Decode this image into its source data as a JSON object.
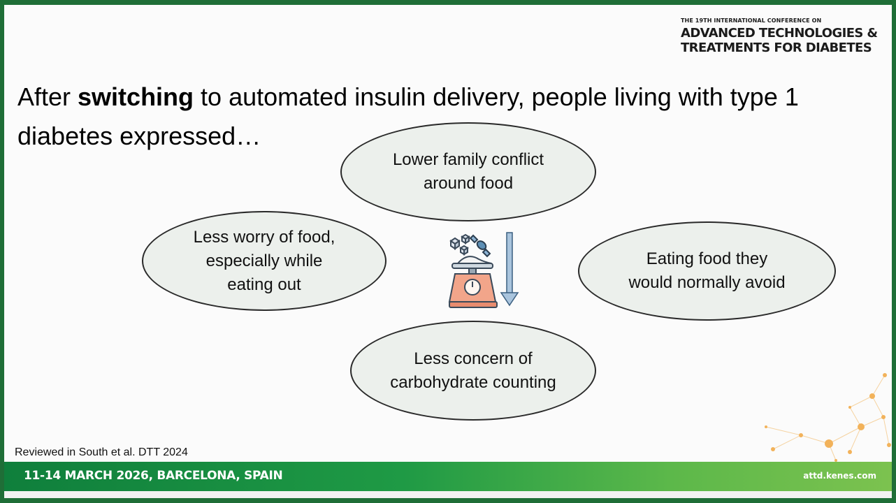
{
  "conference": {
    "small_line": "THE 19TH INTERNATIONAL CONFERENCE ON",
    "line1": "ADVANCED TECHNOLOGIES &",
    "line2": "TREATMENTS FOR DIABETES"
  },
  "headline": {
    "before": "After ",
    "bold": "switching",
    "after": " to automated insulin delivery, people living with type 1 diabetes expressed…"
  },
  "bubbles": {
    "top": "Lower family conflict around food",
    "left": "Less worry of food, especially while eating out",
    "right": "Eating food they would normally avoid",
    "bottom": "Less concern of carbohydrate counting"
  },
  "center_icon": "food-scale-with-down-arrow-icon",
  "reference": "Reviewed in South et al. DTT 2024",
  "footer": {
    "date_location": "11-14 MARCH 2026, BARCELONA, SPAIN",
    "url": "attd.kenes.com"
  },
  "colors": {
    "frame": "#1f6e37",
    "footer_green": "#1f9a45",
    "bubble_fill": "#ecf0ec",
    "network_orange": "#f2b25a"
  }
}
